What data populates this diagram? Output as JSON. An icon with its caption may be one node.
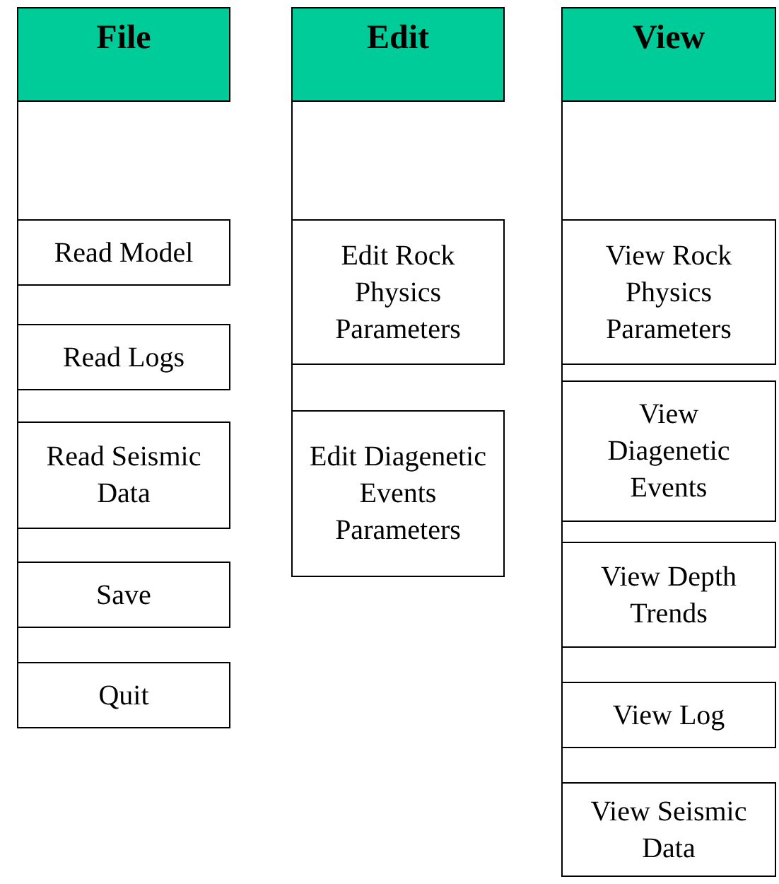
{
  "diagram": {
    "nodes": [
      {
        "text": [
          "File"
        ]
      },
      {
        "text": [
          "Read Model"
        ]
      },
      {
        "text": [
          "Read Logs"
        ]
      },
      {
        "text": [
          "Read Seismic Data"
        ]
      },
      {
        "text": [
          "Save"
        ]
      },
      {
        "text": [
          "Quit"
        ]
      },
      {
        "text": [
          "Edit"
        ]
      },
      {
        "text": [
          "Edit Rock Physics Parameters"
        ]
      },
      {
        "text": [
          "Edit Diagenetic Events Parameters"
        ]
      },
      {
        "text": [
          "View"
        ]
      },
      {
        "text": [
          "View Rock Physics Parameters"
        ]
      },
      {
        "text": [
          "View Diagenetic Events"
        ]
      },
      {
        "text": [
          "View Depth Trends"
        ]
      },
      {
        "text": [
          "View Log"
        ]
      },
      {
        "text": [
          "View Seismic Data"
        ]
      }
    ],
    "edges": [
      {
        "from": 0,
        "to": 1,
        "arrow": "none"
      },
      {
        "from": 1,
        "to": 2,
        "arrow": "none"
      },
      {
        "from": 2,
        "to": 3,
        "arrow": "none"
      },
      {
        "from": 3,
        "to": 4,
        "arrow": "none"
      },
      {
        "from": 4,
        "to": 5,
        "arrow": "none"
      },
      {
        "from": 6,
        "to": 7,
        "arrow": "none"
      },
      {
        "from": 7,
        "to": 8,
        "arrow": "none"
      },
      {
        "from": 9,
        "to": 10,
        "arrow": "none"
      },
      {
        "from": 10,
        "to": 11,
        "arrow": "none"
      },
      {
        "from": 11,
        "to": 12,
        "arrow": "none"
      },
      {
        "from": 12,
        "to": 13,
        "arrow": "none"
      },
      {
        "from": 13,
        "to": 14,
        "arrow": "none"
      }
    ]
  }
}
